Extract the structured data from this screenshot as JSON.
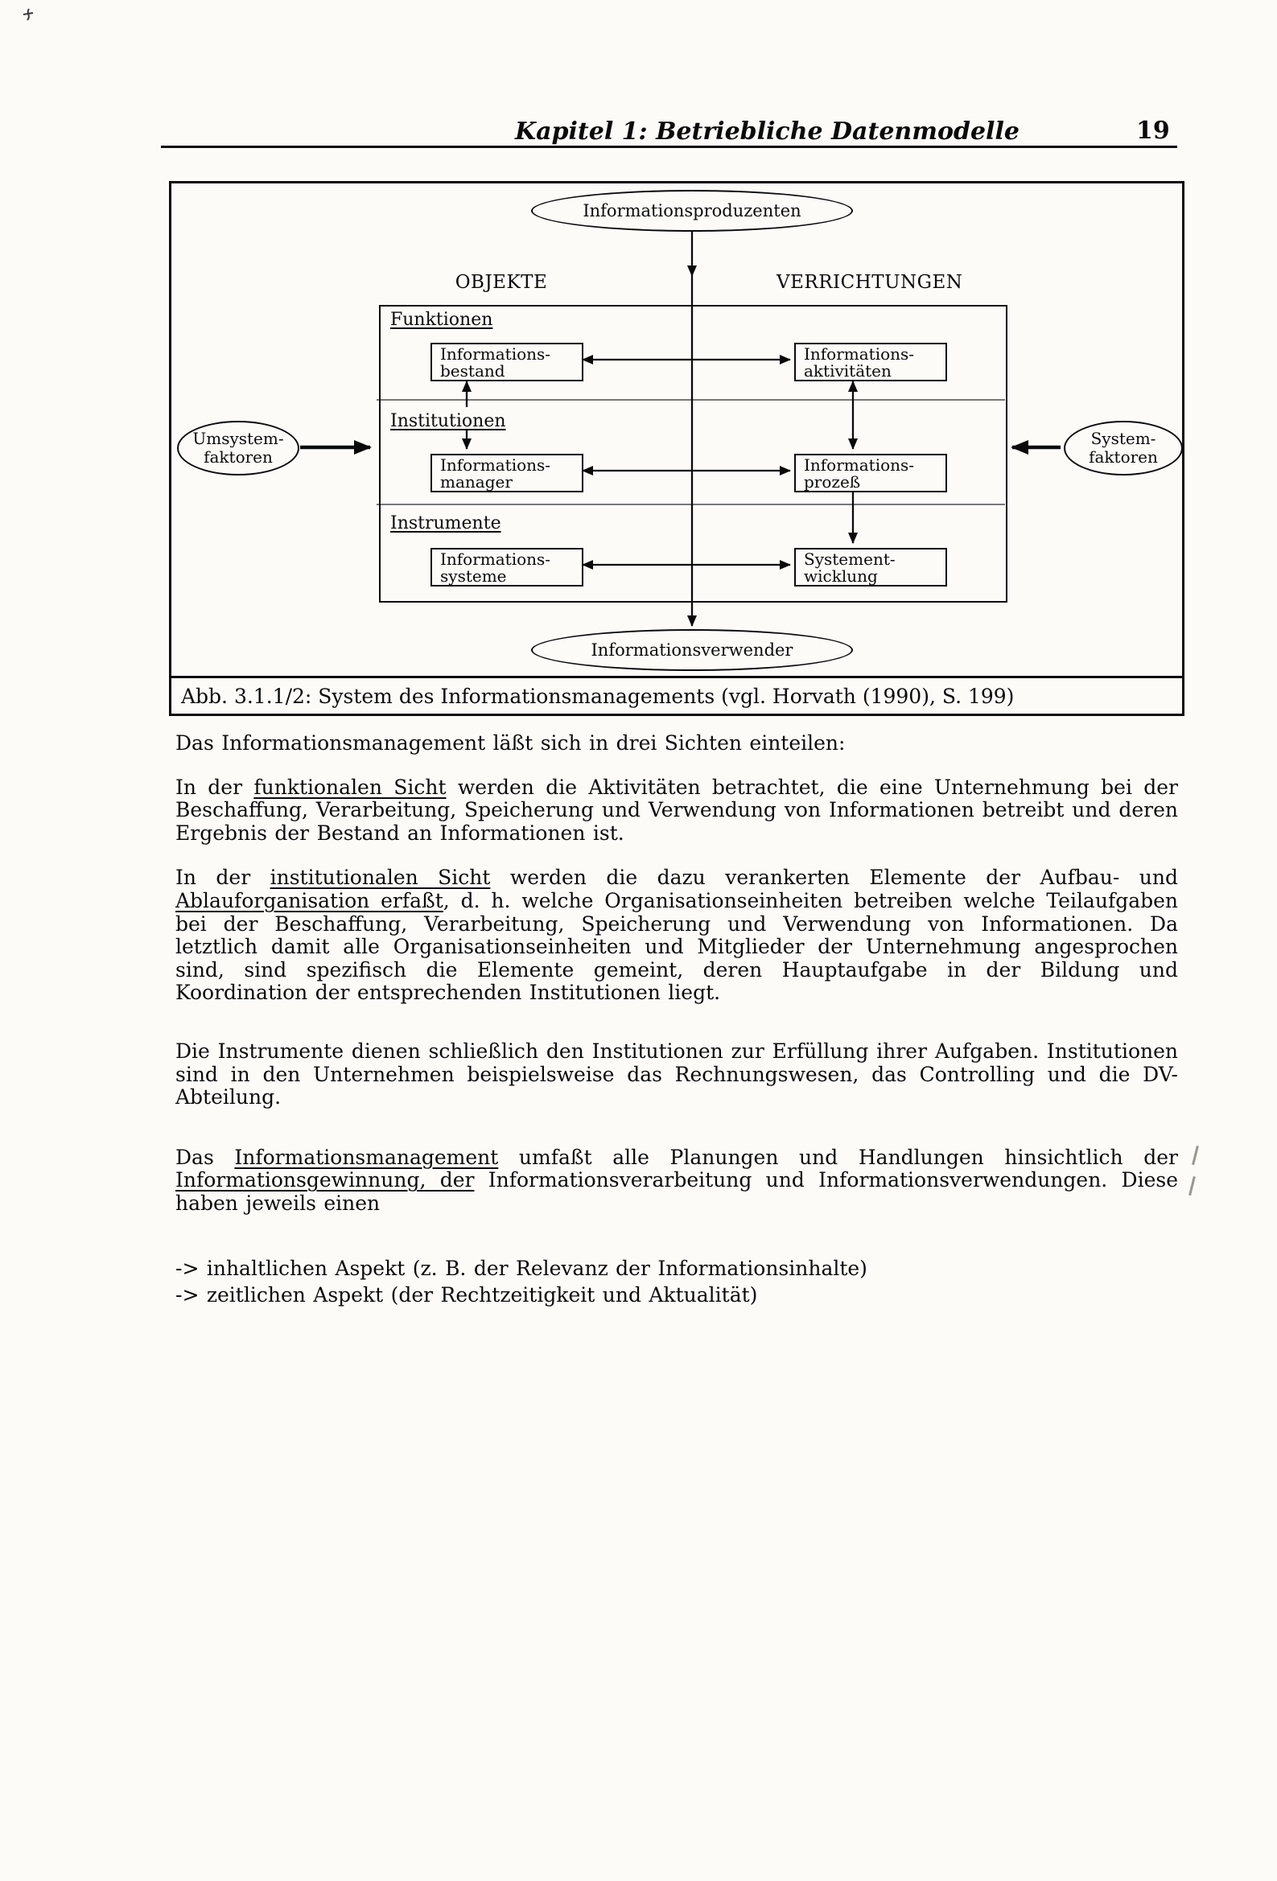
{
  "page": {
    "header": {
      "chapter_title": "Kapitel 1: Betriebliche Datenmodelle",
      "page_number": "19"
    },
    "figure": {
      "ellipse_top": "Informationsproduzenten",
      "ellipse_bottom": "Informationsverwender",
      "ellipse_left": [
        "Umsystem-",
        "faktoren"
      ],
      "ellipse_right": [
        "System-",
        "faktoren"
      ],
      "column_headers": {
        "left": "OBJEKTE",
        "right": "VERRICHTUNGEN"
      },
      "section_labels": [
        "Funktionen",
        "Institutionen",
        "Instrumente"
      ],
      "nodes": {
        "informationsbestand": [
          "Informations-",
          "bestand"
        ],
        "informationsaktivitaeten": [
          "Informations-",
          "aktivitäten"
        ],
        "informationsmanager": [
          "Informations-",
          "manager"
        ],
        "informationsprozess": [
          "Informations-",
          "prozeß"
        ],
        "informationssysteme": [
          "Informations-",
          "systeme"
        ],
        "systementwicklung": [
          "Systement-",
          "wicklung"
        ]
      },
      "caption": "Abb. 3.1.1/2: System des Informationsmanagements (vgl. Horvath (1990), S. 199)"
    },
    "body": {
      "intro": "Das Informationsmanagement läßt sich in drei Sichten einteilen:",
      "paragraphs": [
        {
          "segments": [
            {
              "t": "In der "
            },
            {
              "t": "funktionalen Sicht",
              "u": true
            },
            {
              "t": " werden die Aktivitäten betrachtet, die eine Unternehmung bei der Beschaffung, Verarbeitung, Speicherung und Verwendung von Informationen betreibt und deren Ergebnis der Bestand an Informationen ist."
            }
          ]
        },
        {
          "segments": [
            {
              "t": "In der "
            },
            {
              "t": "institutionalen Sicht",
              "u": true
            },
            {
              "t": " werden die dazu verankerten Elemente der Aufbau- und "
            },
            {
              "t": "Ablauforganisation erfaßt",
              "u": true
            },
            {
              "t": ", d. h. welche Organisationseinheiten betreiben welche Teilaufgaben bei der Beschaffung, Verarbeitung, Speicherung und Verwendung von Informationen. Da letztlich damit alle Organisationseinheiten und Mitglieder der Unternehmung angesprochen sind, sind spezifisch die Elemente gemeint, deren Hauptaufgabe in der Bildung und Koordination der entsprechenden Institutionen liegt."
            }
          ]
        },
        {
          "segments": [
            {
              "t": "Die Instrumente dienen schließlich den Institutionen zur Erfüllung ihrer Aufgaben. Institutionen sind in den Unternehmen beispielsweise das Rechnungswesen, das Controlling und die DV-Abteilung."
            }
          ]
        },
        {
          "segments": [
            {
              "t": "Das "
            },
            {
              "t": "Informationsmanagement",
              "u": true
            },
            {
              "t": " umfaßt alle Planungen und Handlungen hinsichtlich der "
            },
            {
              "t": "Informationsgewinnung, der",
              "u": true
            },
            {
              "t": " Informationsverarbeitung und Informationsverwendungen. Diese haben jeweils einen"
            }
          ]
        }
      ],
      "arrow_items": [
        "-> inhaltlichen Aspekt (z. B. der Relevanz der Informationsinhalte)",
        "-> zeitlichen Aspekt (der Rechtzeitigkeit und Aktualität)"
      ]
    }
  }
}
